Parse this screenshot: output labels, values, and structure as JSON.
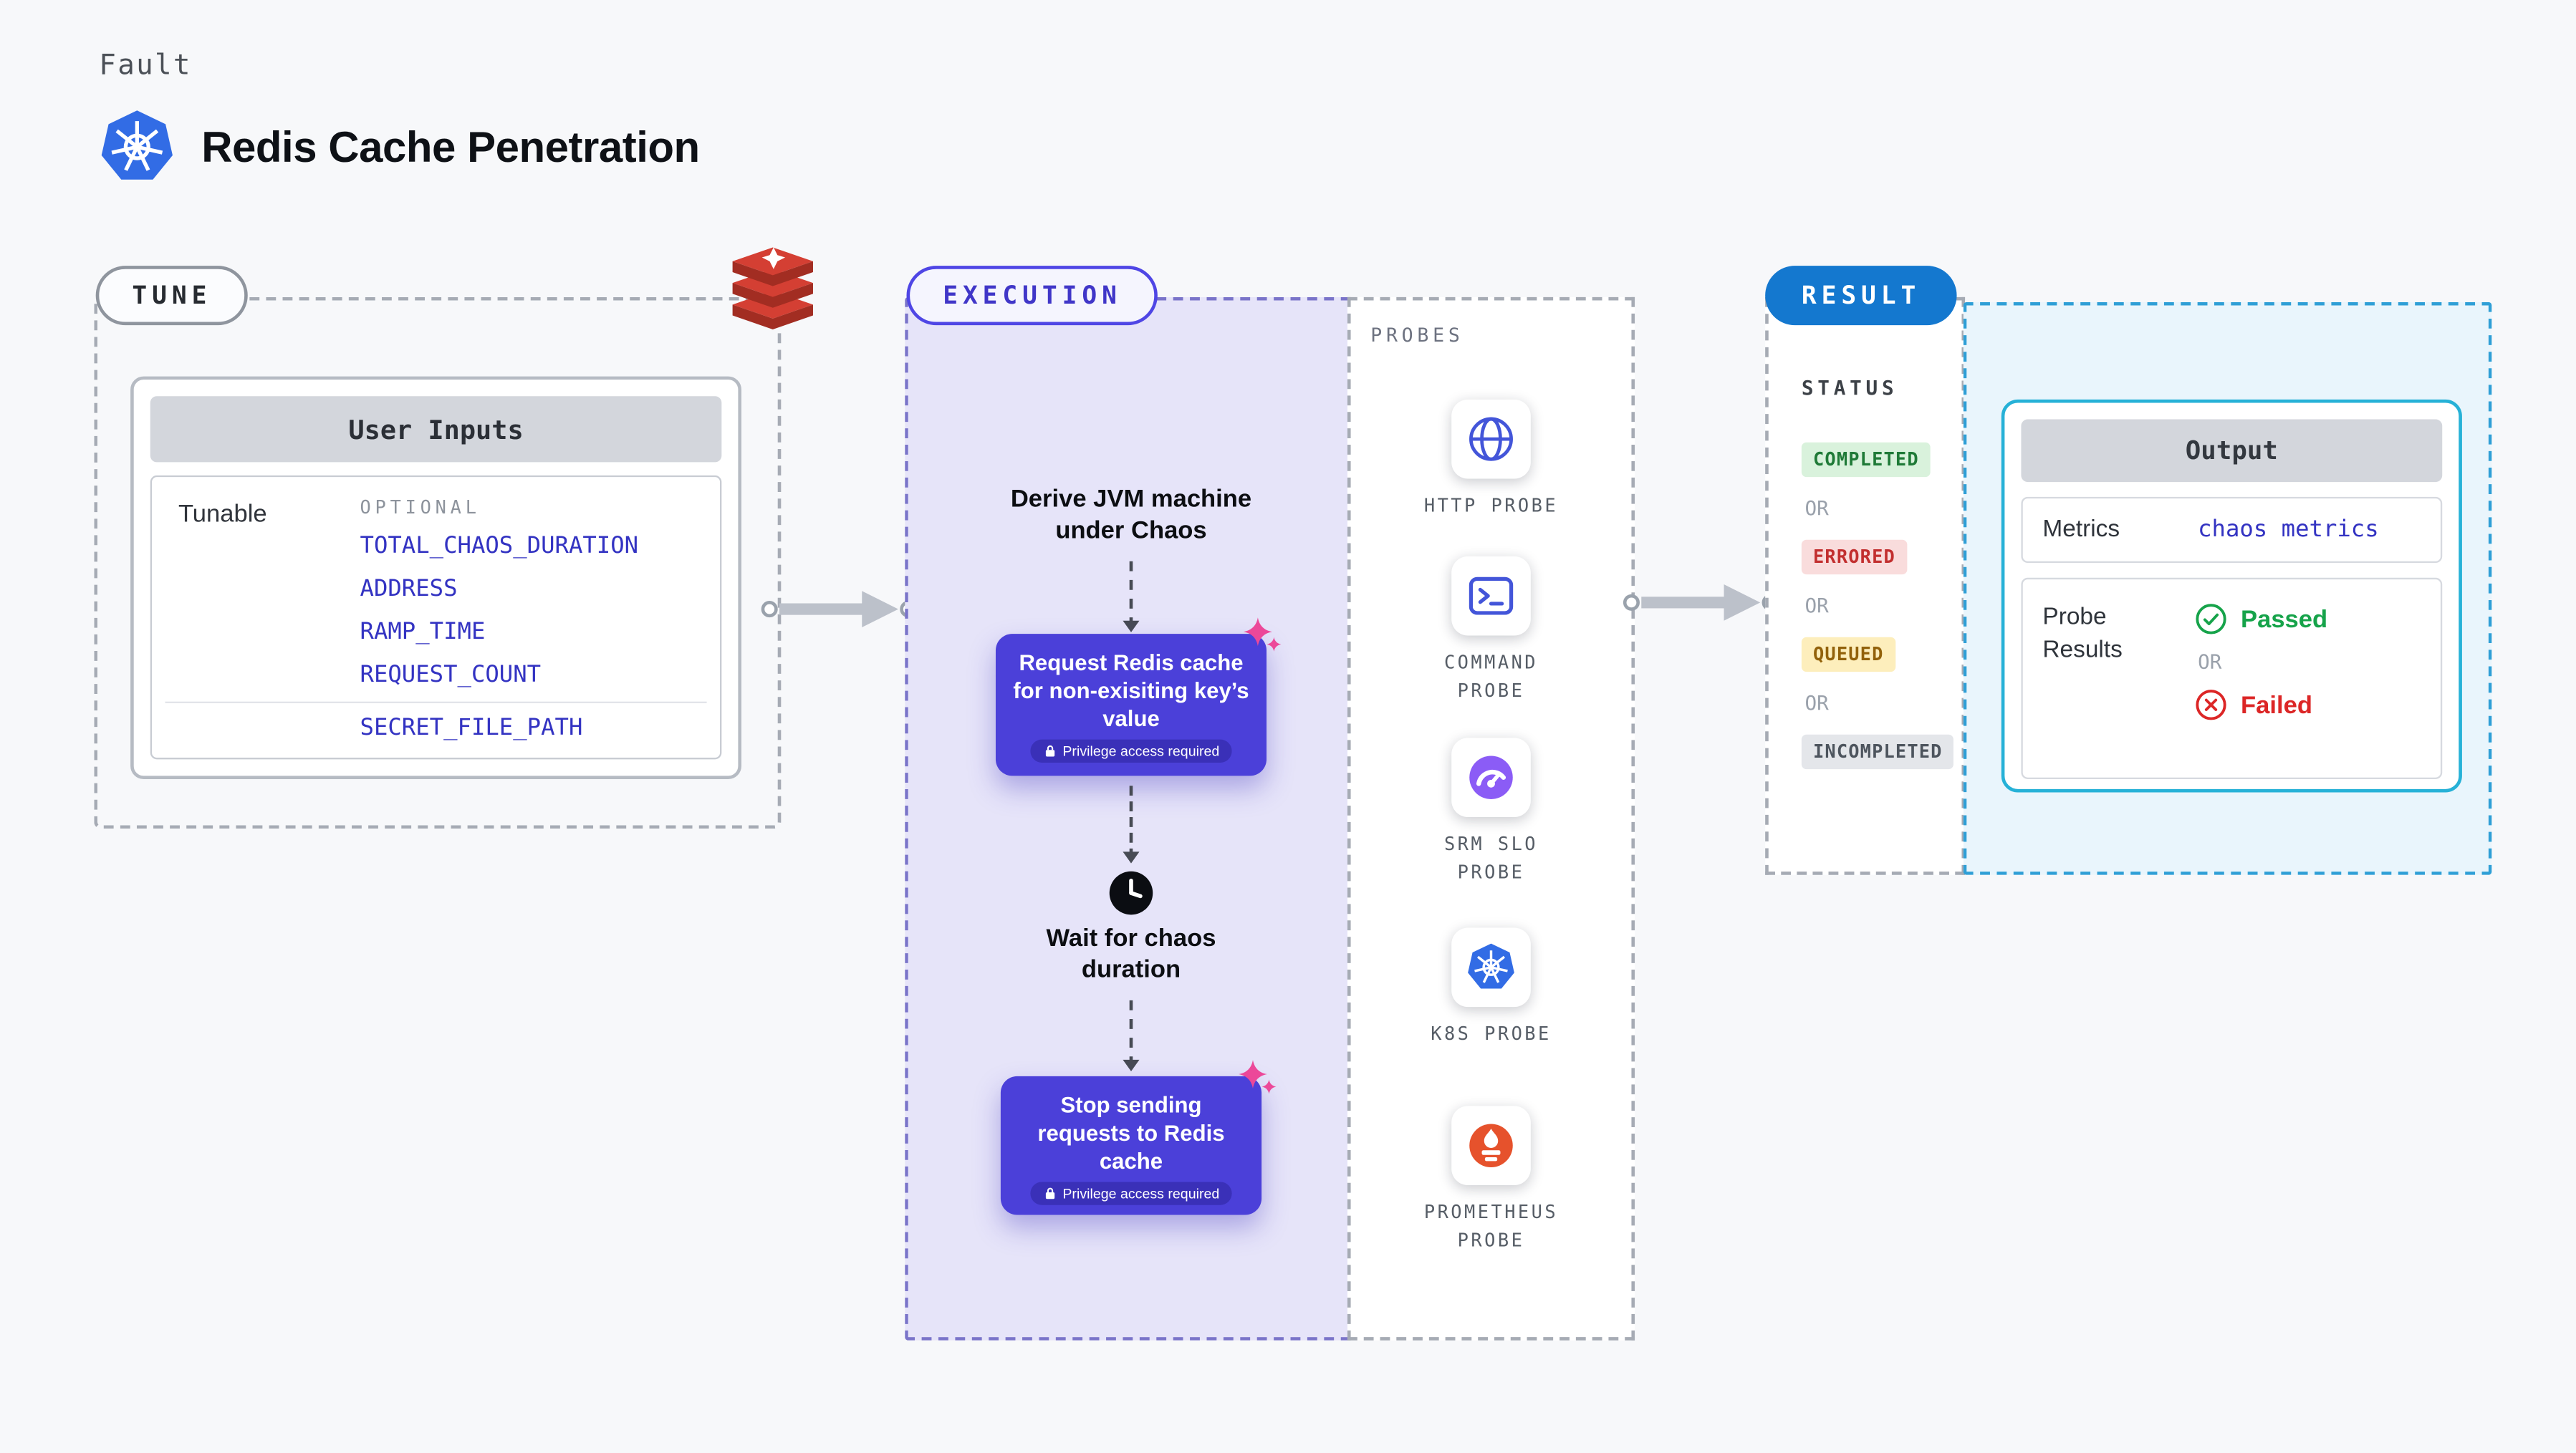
{
  "page": {
    "kicker": "Fault",
    "title": "Redis Cache Penetration"
  },
  "tune": {
    "pill": "TUNE",
    "card_title": "User Inputs",
    "row_label": "Tunable",
    "optional_label": "OPTIONAL",
    "params": [
      "TOTAL_CHAOS_DURATION",
      "ADDRESS",
      "RAMP_TIME",
      "REQUEST_COUNT"
    ],
    "secret_param": "SECRET_FILE_PATH"
  },
  "execution": {
    "pill": "EXECUTION",
    "step1": "Derive JVM machine under Chaos",
    "node1": "Request Redis cache for non-exisiting key’s value",
    "privilege_badge": "Privilege access required",
    "wait": "Wait for chaos duration",
    "node2": "Stop sending requests to Redis cache"
  },
  "probes": {
    "title": "PROBES",
    "items": [
      {
        "label": "HTTP PROBE",
        "icon": "globe-icon"
      },
      {
        "label": "COMMAND PROBE",
        "icon": "terminal-icon"
      },
      {
        "label": "SRM SLO PROBE",
        "icon": "gauge-icon"
      },
      {
        "label": "K8S PROBE",
        "icon": "kubernetes-icon"
      },
      {
        "label": "PROMETHEUS PROBE",
        "icon": "flame-icon"
      }
    ]
  },
  "result": {
    "pill": "RESULT",
    "status_label": "STATUS",
    "or": "OR",
    "statuses": [
      "COMPLETED",
      "ERRORED",
      "QUEUED",
      "INCOMPLETED"
    ],
    "status_colors": {
      "completed": {
        "bg": "#d9f2dc",
        "fg": "#1f7a37"
      },
      "errored": {
        "bg": "#f9dcdc",
        "fg": "#c22f2f"
      },
      "queued": {
        "bg": "#fdeebc",
        "fg": "#92610a"
      },
      "incompleted": {
        "bg": "#e4e6ea",
        "fg": "#4d545d"
      }
    },
    "output": {
      "title": "Output",
      "metrics_label": "Metrics",
      "metrics_link": "chaos metrics",
      "probe_results_label": "Probe Results",
      "passed": "Passed",
      "or": "OR",
      "failed": "Failed"
    }
  },
  "colors": {
    "accent_indigo": "#4b40d9",
    "result_blue": "#1478cf",
    "output_cyan": "#26b1d7",
    "passed_green": "#16a34a",
    "failed_red": "#dc2626",
    "exec_panel": "#e6e4f9",
    "redis_red": "#d43f33"
  }
}
